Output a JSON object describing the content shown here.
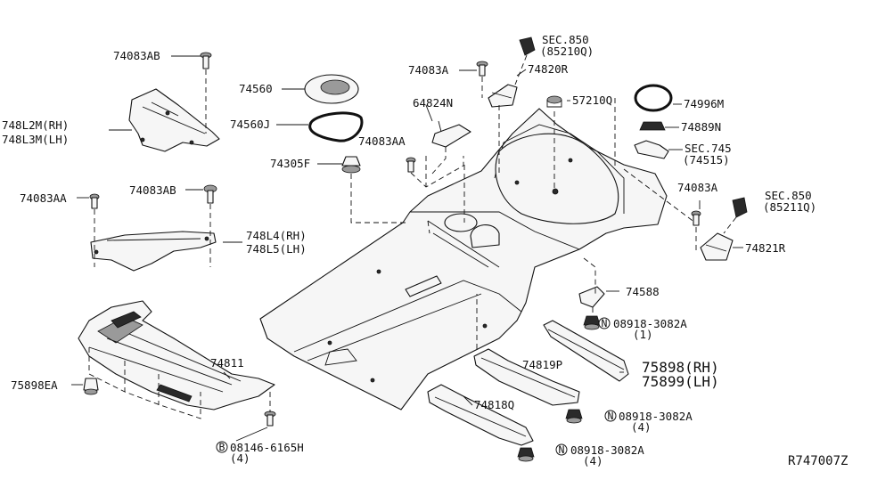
{
  "diagram_id": "R747007Z",
  "callouts": {
    "p74083AB_top": "74083AB",
    "p748L2M": "748L2M(RH)",
    "p748L3M": "748L3M(LH)",
    "p74560": "74560",
    "p74560J": "74560J",
    "p74305F": "74305F",
    "p74083A_top": "74083A",
    "p74820R": "74820R",
    "p64824N": "64824N",
    "p74083AA_mid": "74083AA",
    "sec850_top": "SEC.850",
    "sec850_top_ref": "(85210Q)",
    "p57210Q": "57210Q",
    "p74996M": "74996M",
    "p74889N": "74889N",
    "sec745": "SEC.745",
    "sec745_ref": "(74515)",
    "p74083A_right": "74083A",
    "sec850_right": "SEC.850",
    "sec850_right_ref": "(85211Q)",
    "p74821R": "74821R",
    "p74083AA_left": "74083AA",
    "p74083AB_left": "74083AB",
    "p748L4": "748L4(RH)",
    "p748L5": "748L5(LH)",
    "p74588": "74588",
    "n08918_1": "08918-3082A",
    "n08918_1_qty": "(1)",
    "p75898": "75898(RH)",
    "p75899": "75899(LH)",
    "p74819P": "74819P",
    "n08918_2": "08918-3082A",
    "n08918_2_qty": "(4)",
    "p74818Q": "74818Q",
    "n08918_3": "08918-3082A",
    "n08918_3_qty": "(4)",
    "p74811": "74811",
    "p75898EA": "75898EA",
    "b08146": "08146-6165H",
    "b08146_qty": "(4)"
  },
  "symbols": {
    "nut_letter": "N",
    "bolt_letter": "B"
  }
}
